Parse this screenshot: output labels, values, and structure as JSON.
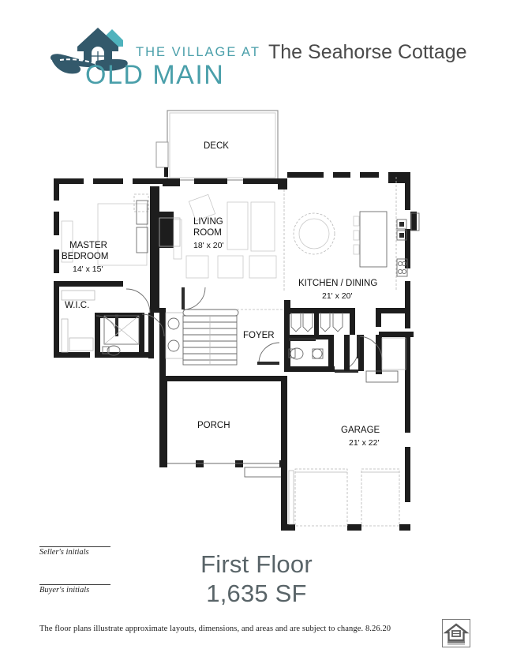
{
  "header": {
    "logo": {
      "line1": "THE VILLAGE AT",
      "line2": "OLD MAIN",
      "icon_name": "village-old-main-logo",
      "color_dark": "#33596b",
      "color_teal": "#4a9faa"
    },
    "plan_title": "The Seahorse Cottage"
  },
  "floorplan": {
    "rooms": [
      {
        "name": "deck",
        "label": "DECK",
        "dims": ""
      },
      {
        "name": "master-bedroom",
        "label": "MASTER\nBEDROOM",
        "line1": "MASTER",
        "line2": "BEDROOM",
        "dims": "14' x 15'"
      },
      {
        "name": "living-room",
        "label": "LIVING\nROOM",
        "line1": "LIVING",
        "line2": "ROOM",
        "dims": "18' x 20'"
      },
      {
        "name": "kitchen-dining",
        "label": "KITCHEN / DINING",
        "dims": "21' x 20'"
      },
      {
        "name": "wic",
        "label": "W.I.C.",
        "dims": ""
      },
      {
        "name": "foyer",
        "label": "FOYER",
        "dims": ""
      },
      {
        "name": "porch",
        "label": "PORCH",
        "dims": ""
      },
      {
        "name": "garage",
        "label": "GARAGE",
        "dims": "21' x 22'"
      }
    ],
    "labels": {
      "deck": "DECK",
      "master_bedroom_1": "MASTER",
      "master_bedroom_2": "BEDROOM",
      "master_bedroom_dims": "14' x 15'",
      "living_room_1": "LIVING",
      "living_room_2": "ROOM",
      "living_room_dims": "18' x 20'",
      "kitchen_dining": "KITCHEN / DINING",
      "kitchen_dining_dims": "21' x 20'",
      "wic": "W.I.C.",
      "foyer": "FOYER",
      "porch": "PORCH",
      "garage": "GARAGE",
      "garage_dims": "21' x 22'"
    }
  },
  "footer": {
    "seller_initials_label": "Seller's initials",
    "buyer_initials_label": "Buyer's initials",
    "floor_name": "First Floor",
    "square_feet": "1,635 SF",
    "disclaimer": "The floor plans illustrate approximate layouts, dimensions, and areas and are subject to change.   8.26.20",
    "eho_icon_name": "equal-housing-opportunity-logo"
  }
}
